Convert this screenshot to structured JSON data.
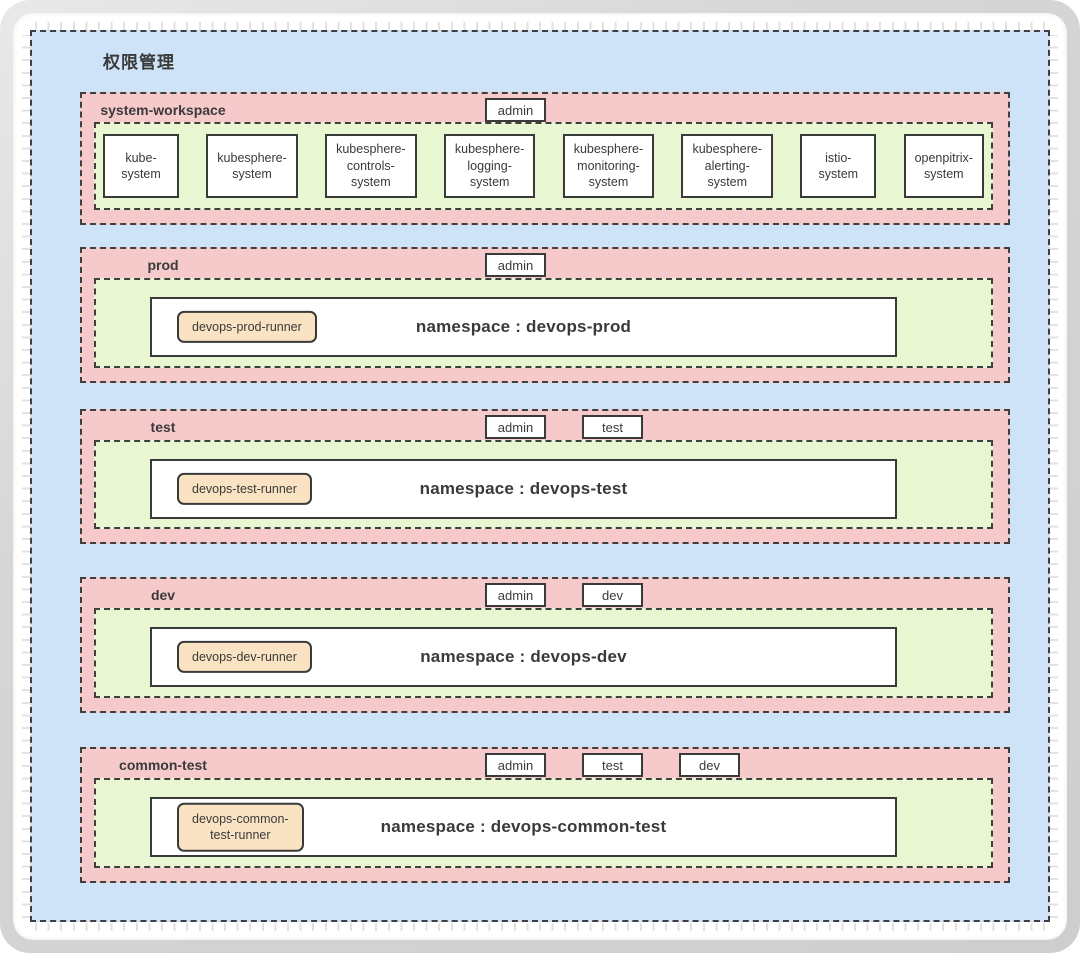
{
  "title": "权限管理",
  "colors": {
    "frame": "#d6d6d6",
    "permission_area_bg": "#cfe3f8",
    "workspace_bg": "#f6caca",
    "projects_area_bg": "#e9f6d2",
    "runner_badge_bg": "#fae3c3",
    "box_bg": "#ffffff",
    "line": "#3f3f3f"
  },
  "workspaces": [
    {
      "label": "system-workspace",
      "badges": [
        "admin"
      ],
      "systems": [
        "kube-\nsystem",
        "kubesphere-\nsystem",
        "kubesphere-\ncontrols-\nsystem",
        "kubesphere-\nlogging-\nsystem",
        "kubesphere-\nmonitoring-\nsystem",
        "kubesphere-\nalerting-\nsystem",
        "istio-\nsystem",
        "openpitrix-\nsystem"
      ]
    },
    {
      "label": "prod",
      "badges": [
        "admin"
      ],
      "runner": "devops-prod-runner",
      "namespace": "namespace : devops-prod"
    },
    {
      "label": "test",
      "badges": [
        "admin",
        "test"
      ],
      "runner": "devops-test-runner",
      "namespace": "namespace : devops-test"
    },
    {
      "label": "dev",
      "badges": [
        "admin",
        "dev"
      ],
      "runner": "devops-dev-runner",
      "namespace": "namespace : devops-dev"
    },
    {
      "label": "common-test",
      "badges": [
        "admin",
        "test",
        "dev"
      ],
      "runner": "devops-common-\ntest-runner",
      "namespace": "namespace : devops-common-test"
    }
  ]
}
